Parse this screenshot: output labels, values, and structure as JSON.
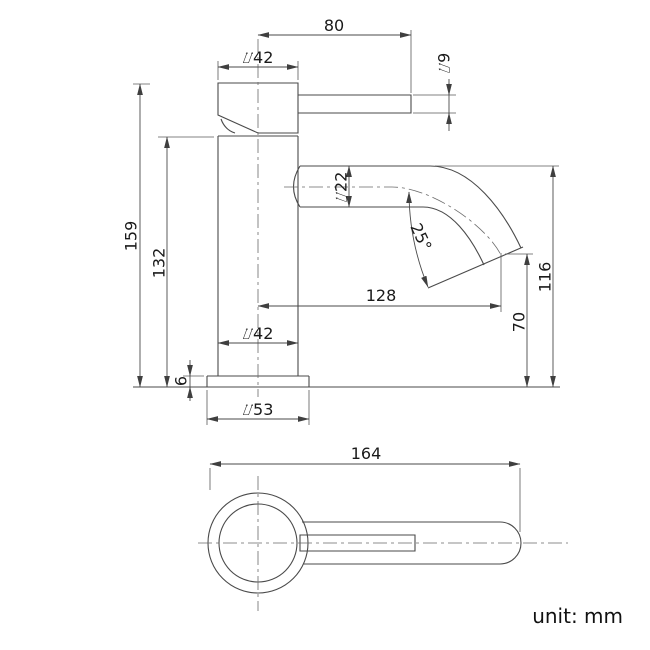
{
  "drawing": {
    "unit_note": "unit: mm",
    "colors": {
      "background": "#ffffff",
      "geometry_line": "#4a4a4a",
      "dimension_line": "#4a4a4a",
      "centerline": "#6a6a6a",
      "text": "#1a1a1a"
    },
    "side_view": {
      "dims": {
        "handle_length": {
          "label": "80",
          "value_mm": 80
        },
        "cap_diameter": {
          "label": "⌰42",
          "value_mm": 42
        },
        "handle_rod_diameter": {
          "label": "⌰9",
          "value_mm": 9
        },
        "spout_tube_diameter": {
          "label": "⌰22",
          "value_mm": 22
        },
        "spout_angle": {
          "label": "25°",
          "value_deg": 25
        },
        "overall_height": {
          "label": "159",
          "value_mm": 159
        },
        "body_height": {
          "label": "132",
          "value_mm": 132
        },
        "spout_reach": {
          "label": "128",
          "value_mm": 128
        },
        "spout_top_height": {
          "label": "116",
          "value_mm": 116
        },
        "outlet_height": {
          "label": "70",
          "value_mm": 70
        },
        "body_diameter": {
          "label": "⌰42",
          "value_mm": 42
        },
        "base_height": {
          "label": "6",
          "value_mm": 6
        },
        "base_diameter": {
          "label": "⌰53",
          "value_mm": 53
        }
      }
    },
    "plan_view": {
      "dims": {
        "overall_length": {
          "label": "164",
          "value_mm": 164
        }
      }
    }
  }
}
